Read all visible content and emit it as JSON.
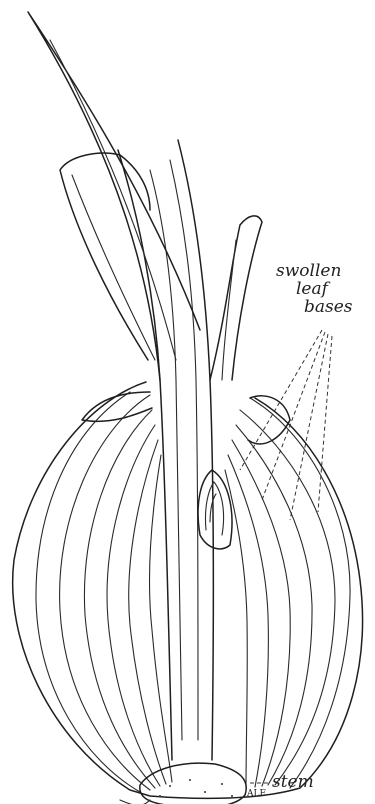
{
  "labels": {
    "swollen": "swollen",
    "leaf": "leaf",
    "bases": "bases",
    "stem": "stem",
    "initials": "ALF"
  },
  "colors": {
    "ink": "#1f1f1f",
    "paper": "#ffffff"
  }
}
